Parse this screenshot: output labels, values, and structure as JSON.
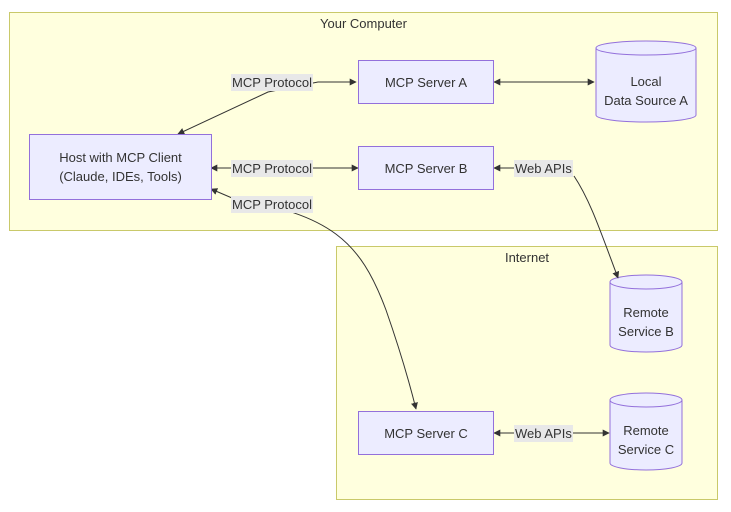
{
  "clusters": {
    "your_computer": "Your Computer",
    "internet": "Internet"
  },
  "nodes": {
    "host": [
      "Host with MCP Client",
      "(Claude, IDEs, Tools)"
    ],
    "server_a": "MCP Server A",
    "server_b": "MCP Server B",
    "server_c": "MCP Server C",
    "local_source_a": [
      "Local",
      "Data Source A"
    ],
    "remote_b": [
      "Remote",
      "Service B"
    ],
    "remote_c": [
      "Remote",
      "Service C"
    ]
  },
  "edge_labels": {
    "host_to_a": "MCP Protocol",
    "host_to_b": "MCP Protocol",
    "host_to_c": "MCP Protocol",
    "b_to_remote_b": "Web APIs",
    "c_to_remote_c": "Web APIs"
  },
  "colors": {
    "cluster_fill": "#ffffde",
    "cluster_border": "#c9c96a",
    "node_fill": "#ececff",
    "node_border": "#9370db",
    "edge": "#333333",
    "edge_label_bg": "#e8e8e8"
  }
}
